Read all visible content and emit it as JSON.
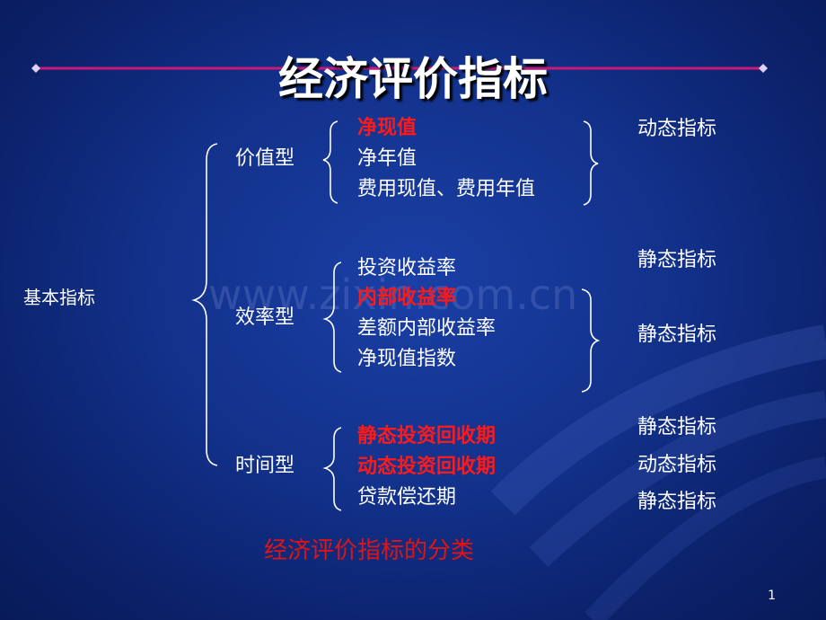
{
  "slide": {
    "title": "经济评价指标",
    "root": "基本指标",
    "groups": [
      {
        "label": "价值型",
        "items": [
          {
            "text": "净现值",
            "highlight": true
          },
          {
            "text": "净年值",
            "highlight": false
          },
          {
            "text": "费用现值、费用年值",
            "highlight": false
          }
        ]
      },
      {
        "label": "效率型",
        "items": [
          {
            "text": "投资收益率",
            "highlight": false
          },
          {
            "text": "内部收益率",
            "highlight": true
          },
          {
            "text": "差额内部收益率",
            "highlight": false
          },
          {
            "text": "净现值指数",
            "highlight": false
          }
        ]
      },
      {
        "label": "时间型",
        "items": [
          {
            "text": "静态投资回收期",
            "highlight": true
          },
          {
            "text": "动态投资回收期",
            "highlight": true
          },
          {
            "text": "贷款偿还期",
            "highlight": false
          }
        ]
      }
    ],
    "indicators": [
      "动态指标",
      "静态指标",
      "静态指标",
      "静态指标",
      "动态指标",
      "静态指标"
    ],
    "caption": "经济评价指标的分类",
    "watermark": "www.zixin.com.cn",
    "page_number": "1"
  },
  "colors": {
    "background": "#12318a",
    "text": "#ffffff",
    "highlight": "#ff1a1a",
    "caption": "#e01414",
    "accent_line": "#c8187a"
  }
}
